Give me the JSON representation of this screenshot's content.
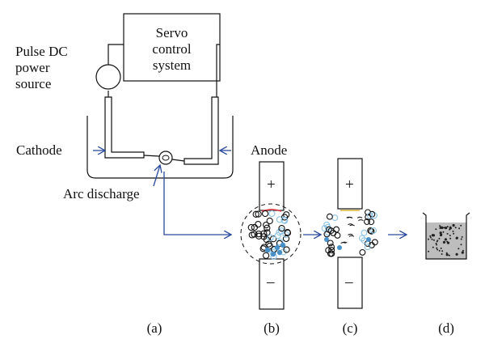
{
  "labels": {
    "servo_line1": "Servo",
    "servo_line2": "control",
    "servo_line3": "system",
    "power_line1": "Pulse DC",
    "power_line2": "power",
    "power_line3": "source",
    "cathode": "Cathode",
    "anode": "Anode",
    "arc_discharge": "Arc discharge",
    "plus": "+",
    "minus": "–"
  },
  "panels": [
    "(a)",
    "(b)",
    "(c)",
    "(d)"
  ],
  "colors": {
    "line": "#111111",
    "arrow": "#2a4b9b",
    "particle_blue": "#4a90c8",
    "particle_light": "#8cc4e6",
    "arc_red": "#e0303a",
    "arc_yellow": "#d9b23a",
    "liquid": "#bdbdbd"
  }
}
